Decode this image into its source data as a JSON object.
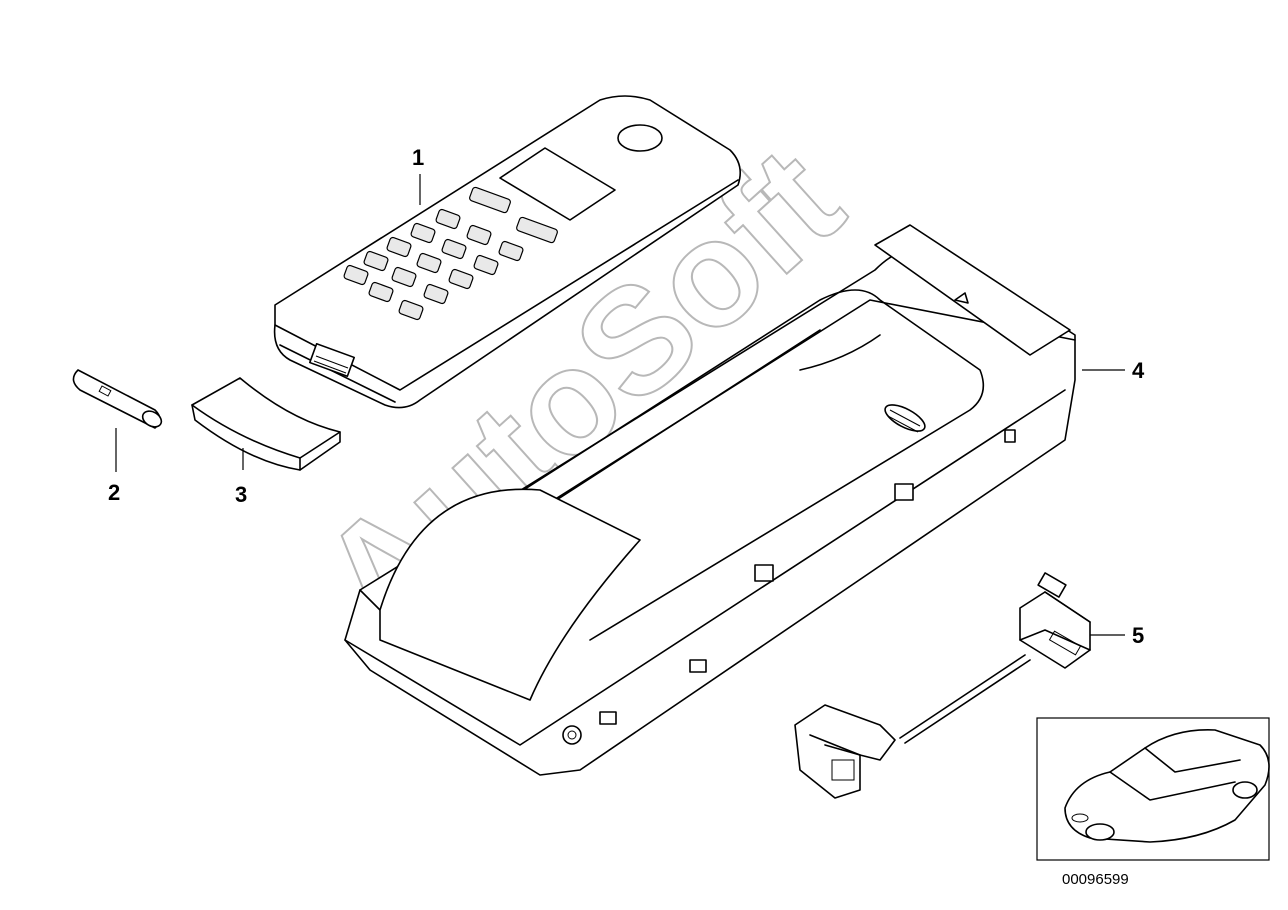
{
  "callouts": [
    {
      "id": "1",
      "label": "1"
    },
    {
      "id": "2",
      "label": "2"
    },
    {
      "id": "3",
      "label": "3"
    },
    {
      "id": "4",
      "label": "4"
    },
    {
      "id": "5",
      "label": "5"
    }
  ],
  "watermark": "AutoSoft",
  "reference_number": "00096599",
  "colors": {
    "line": "#000000",
    "background": "#ffffff",
    "watermark": "#b8b8b8"
  }
}
